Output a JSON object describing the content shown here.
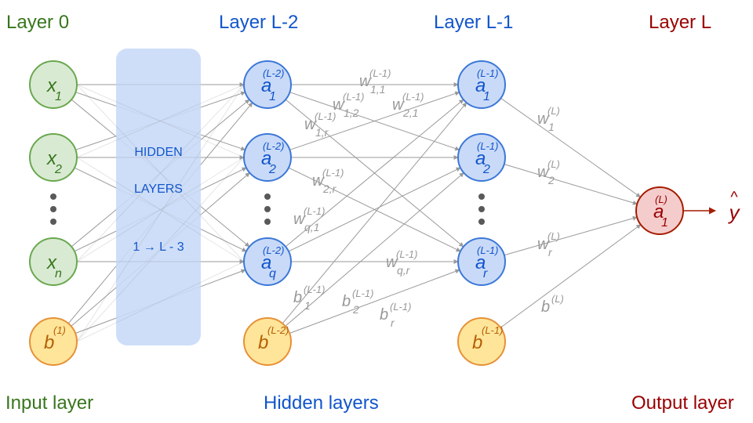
{
  "colors": {
    "input_fill": "#d9ead3",
    "input_stroke": "#6aa84f",
    "input_text": "#38761d",
    "hidden_fill": "#c9daf8",
    "hidden_stroke": "#3c78d8",
    "hidden_text": "#1155cc",
    "bias_fill": "#ffe599",
    "bias_stroke": "#e69138",
    "bias_text": "#b45f06",
    "output_fill": "#f4cccc",
    "output_stroke": "#a61c00",
    "output_text": "#990000",
    "box_fill": "#c9daf8",
    "edge": "#999999",
    "dots": "#595959"
  },
  "headers": {
    "layer0": "Layer 0",
    "layerL2": "Layer L-2",
    "layerL1": "Layer L-1",
    "layerL": "Layer L"
  },
  "footers": {
    "input": "Input layer",
    "hidden": "Hidden layers",
    "output": "Output layer"
  },
  "hidden_box": {
    "line1": "HIDDEN",
    "line2": "LAYERS",
    "line3": "1 → L - 3"
  },
  "nodes": {
    "input": [
      {
        "base": "x",
        "sub": "1",
        "sup": ""
      },
      {
        "base": "x",
        "sub": "2",
        "sup": ""
      },
      {
        "base": "x",
        "sub": "n",
        "sup": ""
      }
    ],
    "input_bias": {
      "base": "b",
      "sub": "",
      "sup": "(1)"
    },
    "hidden_l2": [
      {
        "base": "a",
        "sub": "1",
        "sup": "(L-2)"
      },
      {
        "base": "a",
        "sub": "2",
        "sup": "(L-2)"
      },
      {
        "base": "a",
        "sub": "q",
        "sup": "(L-2)"
      }
    ],
    "hidden_l2_bias": {
      "base": "b",
      "sub": "",
      "sup": "(L-2)"
    },
    "hidden_l1": [
      {
        "base": "a",
        "sub": "1",
        "sup": "(L-1)"
      },
      {
        "base": "a",
        "sub": "2",
        "sup": "(L-1)"
      },
      {
        "base": "a",
        "sub": "r",
        "sup": "(L-1)"
      }
    ],
    "hidden_l1_bias": {
      "base": "b",
      "sub": "",
      "sup": "(L-1)"
    },
    "output": {
      "base": "a",
      "sub": "1",
      "sup": "(L)"
    },
    "yhat": {
      "base": "y",
      "hat": "^"
    }
  },
  "weights": [
    {
      "base": "w",
      "sub": "1,1",
      "sup": "(L-1)"
    },
    {
      "base": "w",
      "sub": "1,2",
      "sup": "(L-1)"
    },
    {
      "base": "w",
      "sub": "1,r",
      "sup": "(L-1)"
    },
    {
      "base": "w",
      "sub": "2,1",
      "sup": "(L-1)"
    },
    {
      "base": "w",
      "sub": "2,r",
      "sup": "(L-1)"
    },
    {
      "base": "w",
      "sub": "q,1",
      "sup": "(L-1)"
    },
    {
      "base": "w",
      "sub": "q,r",
      "sup": "(L-1)"
    },
    {
      "base": "b",
      "sub": "1",
      "sup": "(L-1)"
    },
    {
      "base": "b",
      "sub": "2",
      "sup": "(L-1)"
    },
    {
      "base": "b",
      "sub": "r",
      "sup": "(L-1)"
    },
    {
      "base": "w",
      "sub": "1",
      "sup": "(L)"
    },
    {
      "base": "w",
      "sub": "2",
      "sup": "(L)"
    },
    {
      "base": "w",
      "sub": "r",
      "sup": "(L)"
    },
    {
      "base": "b",
      "sub": "",
      "sup": "(L)"
    }
  ]
}
